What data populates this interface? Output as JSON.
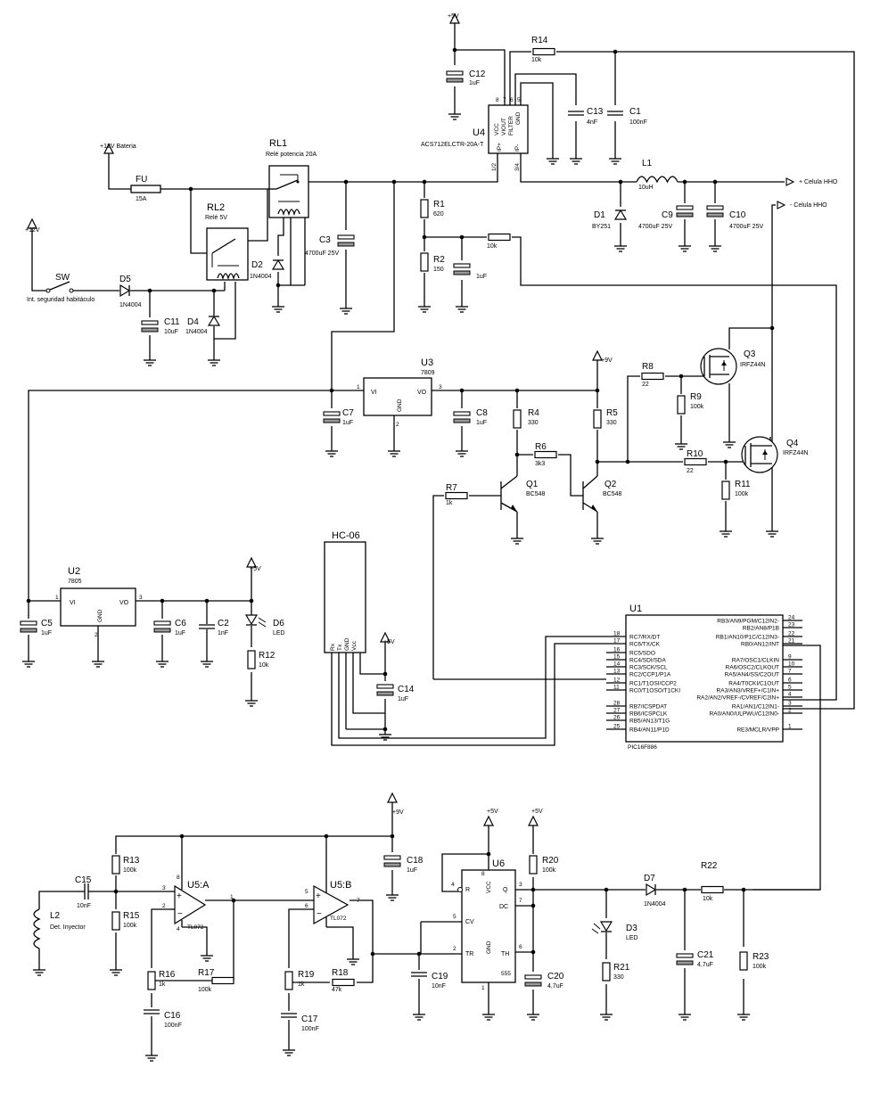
{
  "supplies": {
    "p5": "+5V",
    "p9": "+9V",
    "p12": "+12V",
    "p12bat": "+12V Bateria"
  },
  "outputs": {
    "cell_pos": "+ Celula HHO",
    "cell_neg": "- Celula HHO"
  },
  "parts": {
    "FU": {
      "ref": "FU",
      "val": "15A"
    },
    "RL1": {
      "ref": "RL1",
      "val": "Relé potencia 20A"
    },
    "RL2": {
      "ref": "RL2",
      "val": "Relé 5V"
    },
    "SW": {
      "ref": "SW",
      "val": "Int. seguridad habitáculo"
    },
    "D5": {
      "ref": "D5",
      "val": "1N4004"
    },
    "C11": {
      "ref": "C11",
      "val": "10uF"
    },
    "D4": {
      "ref": "D4",
      "val": "1N4004"
    },
    "D2": {
      "ref": "D2",
      "val": "1N4004"
    },
    "C3": {
      "ref": "C3",
      "val": "4700uF 25V"
    },
    "C12": {
      "ref": "C12",
      "val": "1uF"
    },
    "U4": {
      "ref": "U4",
      "val": "ACS712ELCTR-20A-T"
    },
    "R14": {
      "ref": "R14",
      "val": "10k"
    },
    "C13": {
      "ref": "C13",
      "val": "4nF"
    },
    "C1": {
      "ref": "C1",
      "val": "100nF"
    },
    "R1": {
      "ref": "R1",
      "val": "620"
    },
    "R2": {
      "ref": "R2",
      "val": "150"
    },
    "L1": {
      "ref": "L1",
      "val": "10uH"
    },
    "D1": {
      "ref": "D1",
      "val": "BY251"
    },
    "C9": {
      "ref": "C9",
      "val": "4700uF  25V"
    },
    "C10": {
      "ref": "C10",
      "val": "4700uF  25V"
    },
    "Rf": {
      "val": "10k"
    },
    "Cf": {
      "val": "1uF"
    },
    "U3": {
      "ref": "U3",
      "val": "7809"
    },
    "C7": {
      "ref": "C7",
      "val": "1uF"
    },
    "C8": {
      "ref": "C8",
      "val": "1uF"
    },
    "R4": {
      "ref": "R4",
      "val": "330"
    },
    "R5": {
      "ref": "R5",
      "val": "330"
    },
    "R6": {
      "ref": "R6",
      "val": "3k3"
    },
    "R7": {
      "ref": "R7",
      "val": "1k"
    },
    "Q1": {
      "ref": "Q1",
      "val": "BC548"
    },
    "Q2": {
      "ref": "Q2",
      "val": "BC548"
    },
    "R8": {
      "ref": "R8",
      "val": "22"
    },
    "R9": {
      "ref": "R9",
      "val": "100k"
    },
    "R10": {
      "ref": "R10",
      "val": "22"
    },
    "R11": {
      "ref": "R11",
      "val": "100k"
    },
    "Q3": {
      "ref": "Q3",
      "val": "IRFZ44N"
    },
    "Q4": {
      "ref": "Q4",
      "val": "IRFZ44N"
    },
    "U2": {
      "ref": "U2",
      "val": "7805"
    },
    "C5": {
      "ref": "C5",
      "val": "1uF"
    },
    "C6": {
      "ref": "C6",
      "val": "1uF"
    },
    "C2": {
      "ref": "C2",
      "val": "1nF"
    },
    "D6": {
      "ref": "D6",
      "val": "LED"
    },
    "R12": {
      "ref": "R12",
      "val": "10k"
    },
    "HC06": {
      "ref": "HC-06"
    },
    "C14": {
      "ref": "C14",
      "val": "1uF"
    },
    "U1": {
      "ref": "U1",
      "val": "PIC16F886"
    },
    "R13": {
      "ref": "R13",
      "val": "100k"
    },
    "R15": {
      "ref": "R15",
      "val": "100k"
    },
    "C15": {
      "ref": "C15",
      "val": "10nF"
    },
    "L2": {
      "ref": "L2",
      "val": "Det. Inyector"
    },
    "U5A": {
      "ref": "U5:A",
      "val": "TL072"
    },
    "U5B": {
      "ref": "U5:B",
      "val": "TL072"
    },
    "R16": {
      "ref": "R16",
      "val": "1k"
    },
    "R17": {
      "ref": "R17",
      "val": "100k"
    },
    "C16": {
      "ref": "C16",
      "val": "100nF"
    },
    "R19": {
      "ref": "R19",
      "val": "1k"
    },
    "R18": {
      "ref": "R18",
      "val": "47k"
    },
    "C17": {
      "ref": "C17",
      "val": "100nF"
    },
    "C18": {
      "ref": "C18",
      "val": "1uF"
    },
    "U6": {
      "ref": "U6",
      "val": "555"
    },
    "C19": {
      "ref": "C19",
      "val": "10nF"
    },
    "R20": {
      "ref": "R20",
      "val": "100k"
    },
    "C20": {
      "ref": "C20",
      "val": "4,7uF"
    },
    "D3": {
      "ref": "D3",
      "val": "LED"
    },
    "R21": {
      "ref": "R21",
      "val": "330"
    },
    "D7": {
      "ref": "D7",
      "val": "1N4004"
    },
    "R22": {
      "ref": "R22",
      "val": "10k"
    },
    "C21": {
      "ref": "C21",
      "val": "4,7uF"
    },
    "R23": {
      "ref": "R23",
      "val": "100k"
    }
  },
  "pins": {
    "acs": [
      "VCC",
      "VIOUT",
      "FILTER",
      "GND",
      "IP+",
      "IP-"
    ],
    "acs_nums": [
      "8",
      "7",
      "6",
      "5",
      "1/2",
      "3/4"
    ],
    "reg": [
      "VI",
      "VO",
      "GND"
    ],
    "hc06": [
      "Rx",
      "Tx",
      "GND",
      "Vcc"
    ],
    "u6": [
      "R",
      "VCC",
      "Q",
      "DC",
      "CV",
      "TR",
      "TH",
      "GND"
    ],
    "u6_nums": [
      "4",
      "8",
      "3",
      "7",
      "5",
      "2",
      "6",
      "1"
    ],
    "u5a_nums": [
      "8",
      "3",
      "2",
      "1",
      "4"
    ],
    "u5b_nums": [
      "5",
      "6",
      "7"
    ],
    "reg_nums": [
      "1",
      "3",
      "2"
    ],
    "pic_left": [
      {
        "n": "18",
        "l": "RC7/RX/DT"
      },
      {
        "n": "17",
        "l": "RC6/TX/CK"
      },
      {
        "n": "16",
        "l": "RC5/SDO"
      },
      {
        "n": "15",
        "l": "RC4/SDI/SDA"
      },
      {
        "n": "14",
        "l": "RC3/SCK/SCL"
      },
      {
        "n": "13",
        "l": "RC2/CCP1/P1A"
      },
      {
        "n": "12",
        "l": "RC1/T1OSI/CCP2"
      },
      {
        "n": "11",
        "l": "RC0/T1OSO/T1CKI"
      },
      {
        "n": "28",
        "l": "RB7/ICSPDAT"
      },
      {
        "n": "27",
        "l": "RB6/ICSPCLK"
      },
      {
        "n": "26",
        "l": "RB5/AN13/T1G"
      },
      {
        "n": "25",
        "l": "RB4/AN11/P1D"
      }
    ],
    "pic_right": [
      {
        "n": "24",
        "l": "RB3/AN9/PGM/C12IN2-"
      },
      {
        "n": "23",
        "l": "RB2/AN8/P1B"
      },
      {
        "n": "22",
        "l": "RB1/AN10/P1C/C12IN3-"
      },
      {
        "n": "21",
        "l": "RB0/AN12/INT"
      },
      {
        "n": "9",
        "l": "RA7/OSC1/CLKIN"
      },
      {
        "n": "10",
        "l": "RA6/OSC2/CLKOUT"
      },
      {
        "n": "7",
        "l": "RA5/AN4/SS/C2OUT"
      },
      {
        "n": "6",
        "l": "RA4/T0CKI/C1OUT"
      },
      {
        "n": "5",
        "l": "RA3/AN3/VREF+/C1IN+"
      },
      {
        "n": "4",
        "l": "RA2/AN2/VREF-/CVREF/C2IN+"
      },
      {
        "n": "3",
        "l": "RA1/AN1/C12IN1-"
      },
      {
        "n": "2",
        "l": "RA0/AN0/ULPWU/C12IN0-"
      },
      {
        "n": "1",
        "l": "RE3/MCLR/VPP"
      }
    ]
  }
}
